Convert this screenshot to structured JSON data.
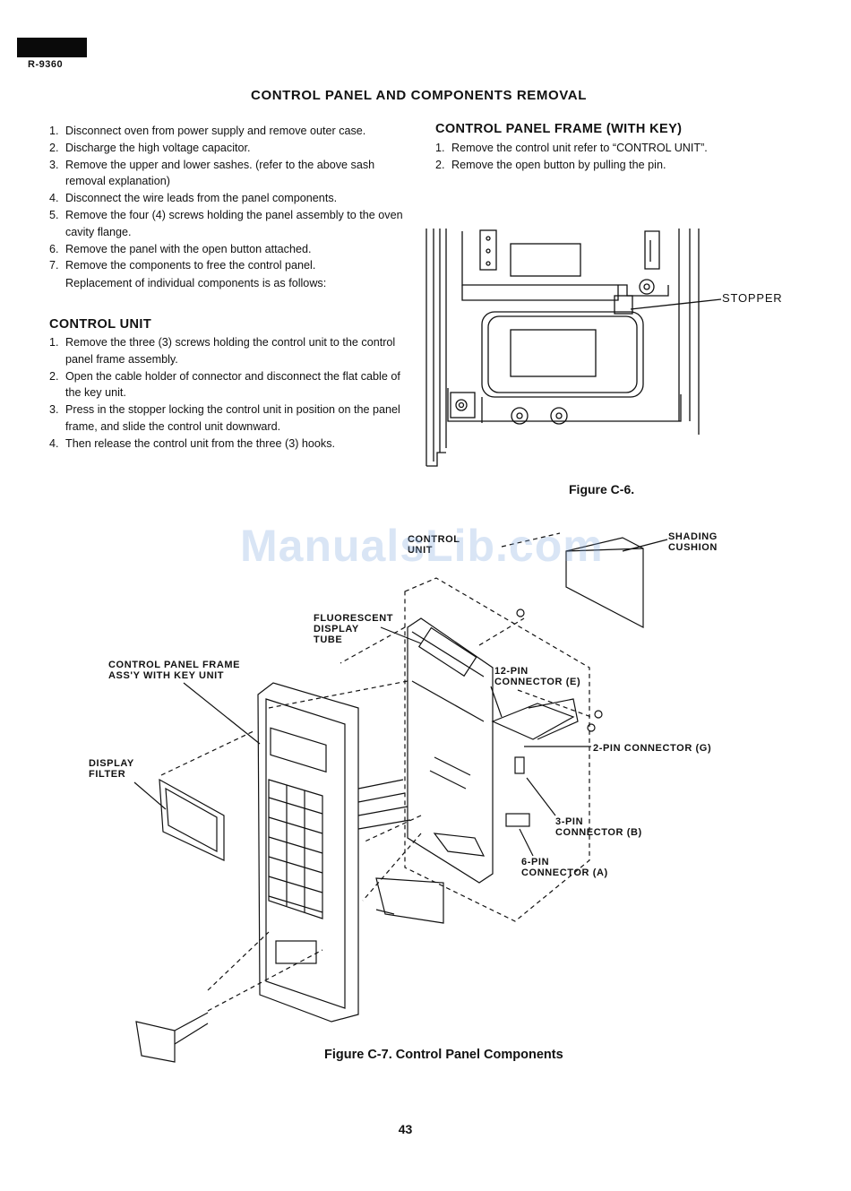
{
  "header": {
    "model": "R-9360"
  },
  "title": "CONTROL PANEL AND COMPONENTS REMOVAL",
  "removal_steps": [
    {
      "num": "1.",
      "text": "Disconnect oven from power supply and remove outer case."
    },
    {
      "num": "2.",
      "text": "Discharge the high voltage capacitor."
    },
    {
      "num": "3.",
      "text": "Remove the upper and lower sashes. (refer to the above sash removal explanation)"
    },
    {
      "num": "4.",
      "text": "Disconnect the wire leads from the panel components."
    },
    {
      "num": "5.",
      "text": "Remove the four (4) screws holding the panel assembly to the oven cavity flange."
    },
    {
      "num": "6.",
      "text": "Remove the panel with the open button attached."
    },
    {
      "num": "7.",
      "text": "Remove the components to free the control panel."
    }
  ],
  "replacement_note": "Replacement of individual components is as follows:",
  "control_unit": {
    "heading": "CONTROL UNIT",
    "steps": [
      {
        "num": "1.",
        "text": "Remove the three (3) screws holding the control unit to the control panel frame assembly."
      },
      {
        "num": "2.",
        "text": "Open the cable holder of connector and disconnect the flat cable of the key unit."
      },
      {
        "num": "3.",
        "text": "Press in the stopper locking the control unit in position on the panel frame, and slide the control unit downward."
      },
      {
        "num": "4.",
        "text": "Then release the control unit from the three (3) hooks."
      }
    ]
  },
  "frame_with_key": {
    "heading": "CONTROL PANEL FRAME (WITH KEY)",
    "steps": [
      {
        "num": "1.",
        "text": "Remove the control unit refer to “CONTROL UNIT”."
      },
      {
        "num": "2.",
        "text": "Remove the open button by pulling the pin."
      }
    ]
  },
  "figure_c6": {
    "caption": "Figure C-6.",
    "label_stopper": "STOPPER"
  },
  "figure_c7": {
    "caption": "Figure C-7.   Control Panel Components",
    "labels": {
      "control_unit": "CONTROL\nUNIT",
      "shading_cushion": "SHADING\nCUSHION",
      "fluorescent_display_tube": "FLUORESCENT\nDISPLAY\nTUBE",
      "frame_assy": "CONTROL PANEL FRAME\nASS'Y WITH KEY UNIT",
      "connector_12pin": "12-PIN\nCONNECTOR (E)",
      "connector_2pin": "2-PIN CONNECTOR (G)",
      "display_filter": "DISPLAY\nFILTER",
      "connector_3pin": "3-PIN\nCONNECTOR (B)",
      "connector_6pin": "6-PIN\nCONNECTOR (A)"
    }
  },
  "watermark": "ManualsLib.com",
  "page_number": "43"
}
